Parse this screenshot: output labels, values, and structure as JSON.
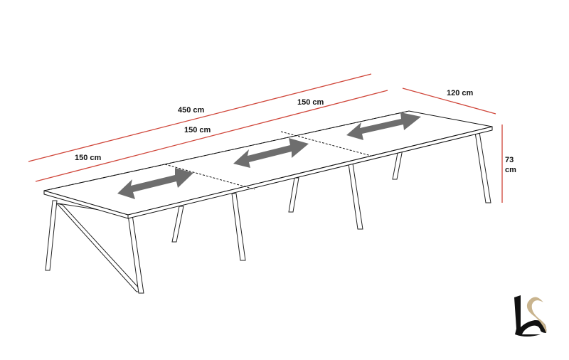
{
  "dimensions": {
    "total_length": "450 cm",
    "section_1": "150 cm",
    "section_2": "150 cm",
    "section_3": "150 cm",
    "depth": "120 cm",
    "height_value": "73",
    "height_unit": "cm"
  },
  "colors": {
    "dimension_line": "#d0463a",
    "arrow": "#6e6e6e",
    "logo_dark": "#111111",
    "logo_gold": "#c9b48e"
  },
  "logo": {
    "text": "LS"
  }
}
